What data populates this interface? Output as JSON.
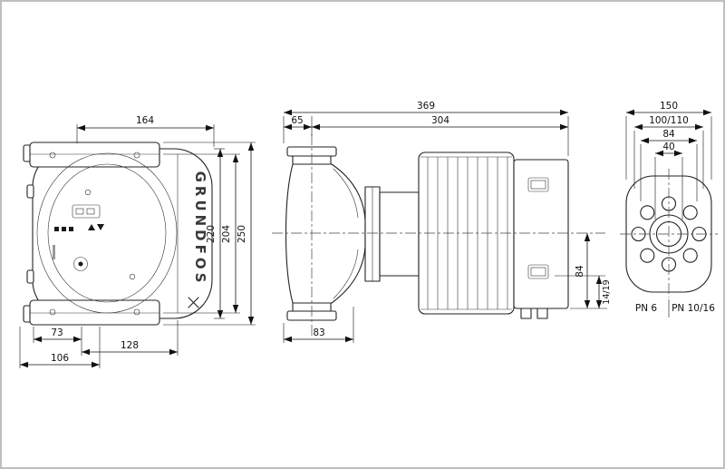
{
  "views": {
    "front": {
      "brand": "GRUNDFOS",
      "dim_width_top": "164",
      "dim_height_body": "220",
      "dim_height_inner": "204",
      "dim_height_total": "250",
      "dim_bottom_small": "73",
      "dim_bottom_mid": "128",
      "dim_bottom_wide": "106"
    },
    "side": {
      "dim_length_total": "369",
      "dim_flange_to_center": "65",
      "dim_center_to_end": "304",
      "dim_center_to_bottom": "84",
      "dim_cable_glands": "14/19",
      "dim_flange_bottom": "83"
    },
    "flange": {
      "dim_outer": "150",
      "dim_bolt_circle": "100/110",
      "dim_mid": "84",
      "dim_bore": "40",
      "pn_left": "PN 6",
      "pn_right": "PN 10/16"
    }
  }
}
